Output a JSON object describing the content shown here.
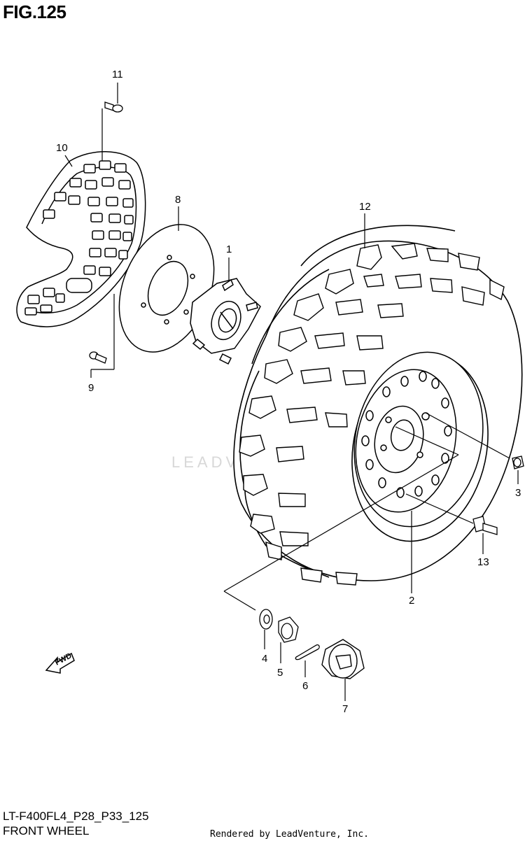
{
  "figure": {
    "title": "FIG.125",
    "model_code": "LT-F400FL4_P28_P33_125",
    "name": "FRONT WHEEL",
    "credit": "Rendered by LeadVenture, Inc.",
    "watermark": "LEADVENTURE",
    "fwd_label": "FWD"
  },
  "callouts": [
    {
      "id": "1",
      "part": "hub"
    },
    {
      "id": "2",
      "part": "wheel rim"
    },
    {
      "id": "3",
      "part": "wheel nut"
    },
    {
      "id": "4",
      "part": "washer"
    },
    {
      "id": "5",
      "part": "castle nut"
    },
    {
      "id": "6",
      "part": "cotter pin"
    },
    {
      "id": "7",
      "part": "hub cap"
    },
    {
      "id": "8",
      "part": "brake disc"
    },
    {
      "id": "9",
      "part": "disc bolt"
    },
    {
      "id": "10",
      "part": "disc cover"
    },
    {
      "id": "11",
      "part": "cover bolt"
    },
    {
      "id": "12",
      "part": "tire"
    },
    {
      "id": "13",
      "part": "valve"
    }
  ]
}
